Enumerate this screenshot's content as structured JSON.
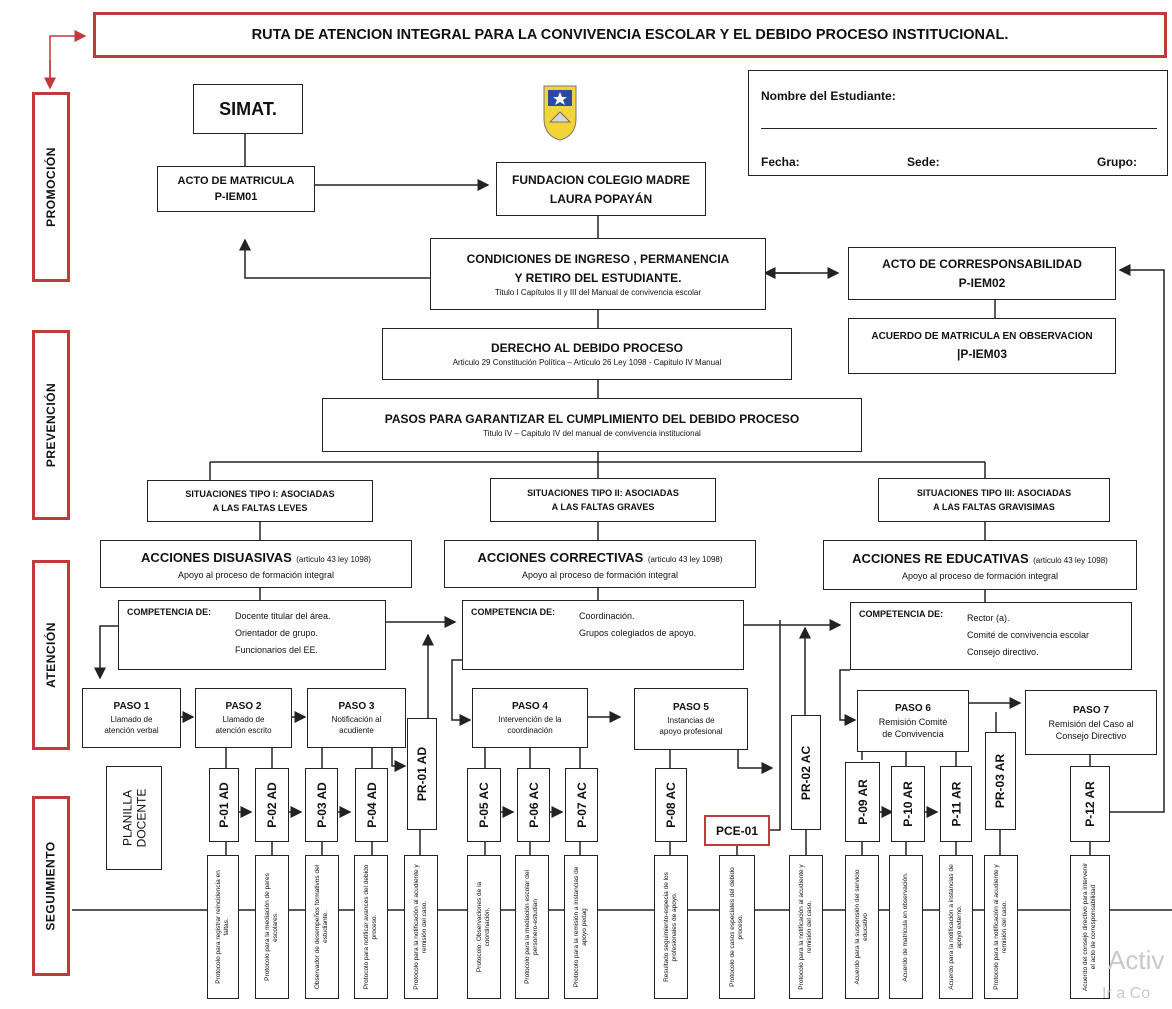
{
  "title": "RUTA DE ATENCION INTEGRAL PARA LA CONVIVENCIA ESCOLAR Y EL DEBIDO PROCESO INSTITUCIONAL.",
  "phases": [
    "PROMOCIÓN",
    "PREVENCIÓN",
    "ATENCIÓN",
    "SEGUIMIENTO"
  ],
  "simat": "SIMAT.",
  "student_form": {
    "name_label": "Nombre del Estudiante:",
    "date_label": "Fecha:",
    "site_label": "Sede:",
    "group_label": "Grupo:"
  },
  "acto_matricula": {
    "line1": "ACTO DE MATRICULA",
    "line2": "P-IEM01"
  },
  "fundacion": {
    "line1": "FUNDACION COLEGIO MADRE",
    "line2": "LAURA POPAYÁN"
  },
  "condiciones": {
    "line1": "CONDICIONES DE INGRESO , PERMANENCIA",
    "line2": "Y RETIRO DEL ESTUDIANTE.",
    "sub": "Titulo I Capítulos II y III del Manual de convivencia escolar"
  },
  "corresponsabilidad": {
    "line1": "ACTO DE CORRESPONSABILIDAD",
    "line2": "P-IEM02"
  },
  "acuerdo": {
    "line1": "ACUERDO DE MATRICULA EN OBSERVACION",
    "line2": "|P-IEM03"
  },
  "derecho": {
    "line1": "DERECHO AL DEBIDO PROCESO",
    "sub": "Articulo 29 Constitución Política – Articulo 26 Ley 1098  - Capitulo IV Manual"
  },
  "pasos": {
    "line1": "PASOS PARA GARANTIZAR EL CUMPLIMIENTO DEL DEBIDO PROCESO",
    "sub": "Titulo IV – Capitulo IV del manual de convivencia institucional"
  },
  "situaciones": [
    {
      "line1": "SITUACIONES TIPO I: ASOCIADAS",
      "line2": "A LAS FALTAS LEVES"
    },
    {
      "line1": "SITUACIONES TIPO II: ASOCIADAS",
      "line2": "A LAS  FALTAS GRAVES"
    },
    {
      "line1": "SITUACIONES TIPO III: ASOCIADAS",
      "line2": "A LAS FALTAS GRAVISIMAS"
    }
  ],
  "acciones": [
    {
      "name": "ACCIONES DISUASIVAS",
      "ref": "(articulo 43 ley 1098)",
      "sub": "Apoyo al proceso de formación integral"
    },
    {
      "name": "ACCIONES CORRECTIVAS",
      "ref": "(articulo 43 ley 1098)",
      "sub": "Apoyo al proceso de formación integral"
    },
    {
      "name": "ACCIONES RE EDUCATIVAS",
      "ref": "(articulo 43 ley 1098)",
      "sub": "Apoyo al proceso de formación integral"
    }
  ],
  "competencias": [
    {
      "label": "COMPETENCIA DE:",
      "l1": "Docente titular del área.",
      "l2": "Orientador de grupo.",
      "l3": "Funcionarios del EE."
    },
    {
      "label": "COMPETENCIA DE:",
      "l1": "Coordinación.",
      "l2": "Grupos colegiados de apoyo.",
      "l3": ""
    },
    {
      "label": "COMPETENCIA DE:",
      "l1": "Rector (a).",
      "l2": "Comité de convivencia escolar",
      "l3": "Consejo directivo."
    }
  ],
  "paso_steps": [
    {
      "title": "PASO 1",
      "l1": "Llamado de",
      "l2": "atención verbal"
    },
    {
      "title": "PASO 2",
      "l1": "Llamado de",
      "l2": "atención escrito"
    },
    {
      "title": "PASO 3",
      "l1": "Notificación al",
      "l2": "acudiente"
    },
    {
      "title": "PASO 4",
      "l1": "Intervención de la",
      "l2": "coordinación"
    },
    {
      "title": "PASO 5",
      "l1": "Instancias  de",
      "l2": "apoyo profesional"
    },
    {
      "title": "PASO 6",
      "l1": "Remisión Comité",
      "l2": "de Convivencia"
    },
    {
      "title": "PASO 7",
      "l1": "Remisión del Caso al",
      "l2": "Consejo Directivo"
    }
  ],
  "planilla": "PLANILLA DOCENTE",
  "pce": "PCE-01",
  "codes": [
    "PR-01 AD",
    "P-01 AD",
    "P-02 AD",
    "P-03 AD",
    "P-04 AD",
    "P-05 AC",
    "P-06 AC",
    "P-07 AC",
    "P-08 AC",
    "PR-02 AC",
    "P-09 AR",
    "P-10 AR",
    "P-11 AR",
    "PR-03 AR",
    "P-12 AR"
  ],
  "docs": [
    "Protocolo para registrar reincidencia en faltas.",
    "Protocolo para la mediación de pares escolares.",
    "Observador de desempeños formativos del estudiante.",
    "Protocolo para notificar avances del debido proceso.",
    "Protocolo para la notificación al acudiente  y remisión del caso.",
    "Protocolo: Observaciones de la coordinación.",
    "Protocolo para la mediación escolar del personero-estudian",
    "Protocolo para la remisión a instancias de apoyo pedag",
    "Resultado  seguimiento-especia de los profesionales de apoyo.",
    "Protocolo de casos especiales del debido proceso.",
    "Protocolo para la notificación al acudiente  y remisión del caso.",
    "Acuerdo para  la suspensión del servicio educativo",
    "Acuerdo de matricula en observación.",
    "Acuerdo  para la notificación a instancias de apoyo externo.",
    "Protocolo para la notificación al acudiente  y remisión del caso.",
    "Acuerdo del consejo directivo para intervenir el acto de corresponsabilidad"
  ],
  "watermark": [
    "Activ",
    "Ir a Co"
  ]
}
